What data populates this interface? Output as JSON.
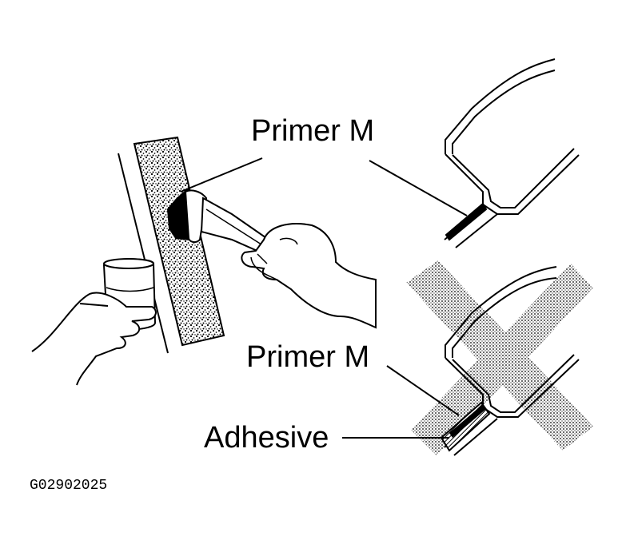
{
  "labels": {
    "primer_top": "Primer M",
    "primer_bottom": "Primer M",
    "adhesive": "Adhesive",
    "figure_code": "G02902025"
  },
  "icons": {
    "incorrect": "x-mark-icon",
    "brush": "paint-brush-icon",
    "cup": "primer-cup-icon"
  },
  "colors": {
    "ink": "#000000",
    "paper": "#ffffff",
    "stipple": "#000000"
  }
}
